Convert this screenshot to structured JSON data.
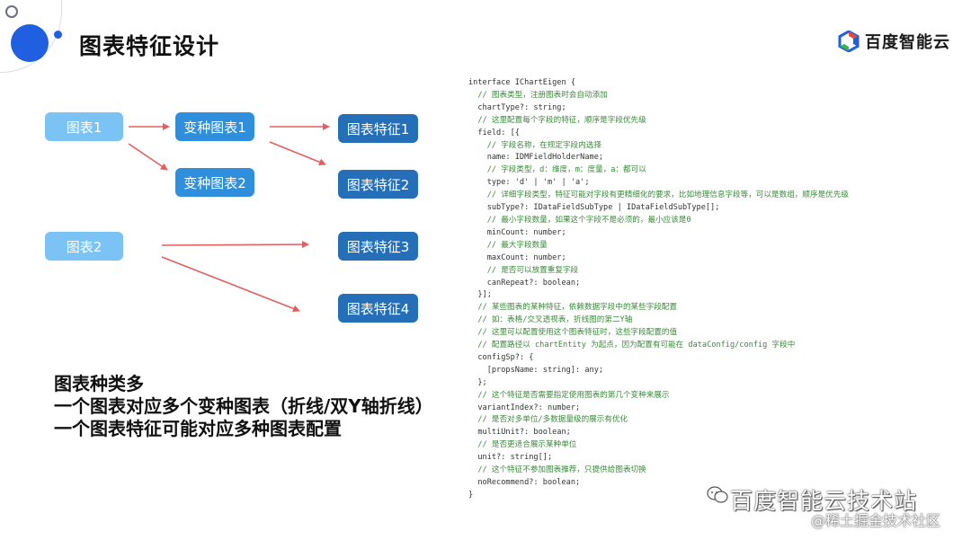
{
  "slide": {
    "title": "图表特征设计",
    "brand": "百度智能云"
  },
  "diagram": {
    "boxes": {
      "chart1": "图表1",
      "chart2": "图表2",
      "variant1": "变种图表1",
      "variant2": "变种图表2",
      "feature1": "图表特征1",
      "feature2": "图表特征2",
      "feature3": "图表特征3",
      "feature4": "图表特征4"
    }
  },
  "summary": {
    "line1": "图表种类多",
    "line2": "一个图表对应多个变种图表（折线/双Y轴折线）",
    "line3": "一个图表特征可能对应多种图表配置"
  },
  "code": [
    "interface IChartEigen {",
    "  // 图表类型，注册图表时会自动添加",
    "  chartType?: string;",
    "  // 这里配置每个字段的特征，顺序是字段优先级",
    "  field: [{",
    "    // 字段名称，在规定字段内选择",
    "    name: IDMFieldHolderName;",
    "    // 字段类型，d：维度，m：度量，a：都可以",
    "    type: 'd' | 'm' | 'a';",
    "    // 详细字段类型，特征可能对字段有更精细化的要求，比如地理信息字段等，可以是数组，顺序是优先级",
    "    subType?: IDataFieldSubType | IDataFieldSubType[];",
    "    // 最小字段数量，如果这个字段不是必须的，最小应该是0",
    "    minCount: number;",
    "    // 最大字段数量",
    "    maxCount: number;",
    "    // 是否可以放置重复字段",
    "    canRepeat?: boolean;",
    "  }];",
    "  // 某些图表的某种特征，依赖数据字段中的某些字段配置",
    "  // 如：表格/交叉透视表，折线图的第二Y轴",
    "  // 这里可以配置使用这个图表特征时，这些字段配置的值",
    "  // 配置路径以 chartEntity 为起点，因为配置有可能在 dataConfig/config 字段中",
    "  configSp?: {",
    "    [propsName: string]: any;",
    "  };",
    "  // 这个特征是否需要指定使用图表的第几个变种来展示",
    "  variantIndex?: number;",
    "  // 是否对多单位/多数据量级的展示有优化",
    "  multiUnit?: boolean;",
    "  // 是否更适合展示某种单位",
    "  unit?: string[];",
    "  // 这个特征不参加图表推荐，只提供给图表切换",
    "  noRecommend?: boolean;",
    "}"
  ],
  "watermark": {
    "main": "百度智能云技术站",
    "sub": "@稀土掘金技术社区"
  },
  "colors": {
    "accent": "#1f5fe0",
    "box_light": "#7cc3f5",
    "box_mid": "#2f8fdc",
    "box_dark": "#246fb8",
    "arrow": "#e06060",
    "comment": "#3a8a3a"
  }
}
